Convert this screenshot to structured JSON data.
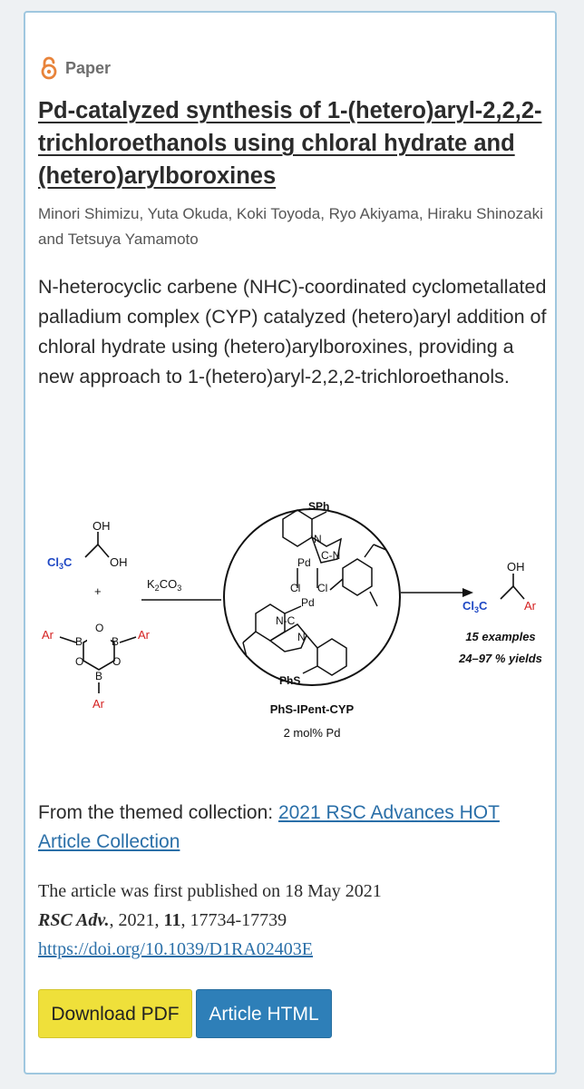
{
  "card": {
    "badge_label": "Paper",
    "title": "Pd-catalyzed synthesis of 1-(hetero)aryl-2,2,2-trichloroethanols using chloral hydrate and (hetero)arylboroxines",
    "authors": "Minori Shimizu, Yuta Okuda, Koki Toyoda, Ryo Akiyama, Hiraku Shinozaki and Tetsuya Yamamoto",
    "abstract": "N-heterocyclic carbene (NHC)-coordinated cyclometallated palladium complex (CYP) catalyzed (hetero)aryl addition of chloral hydrate using (hetero)arylboroxines, providing a new approach to 1-(hetero)aryl-2,2,2-trichloroethanols.",
    "collection_prefix": "From the themed collection: ",
    "collection_link": "2021 RSC Advances HOT Article Collection",
    "published_text": "The article was first published on 18 May 2021",
    "journal": "RSC Adv.",
    "year_sep": ", 2021, ",
    "volume": "11",
    "pages": ", 17734-17739",
    "doi": "https://doi.org/10.1039/D1RA02403E",
    "download_pdf_label": "Download PDF",
    "article_html_label": "Article HTML"
  },
  "graphic": {
    "oh": "OH",
    "cl3c": "Cl",
    "sub3": "3",
    "c": "C",
    "plus": "+",
    "ar": "Ar",
    "b": "B",
    "o": "O",
    "k2co3_k": "K",
    "k2co3_2": "2",
    "k2co3_co": "CO",
    "k2co3_3": "3",
    "sph": "SPh",
    "phs": "PhS",
    "pd": "Pd",
    "cl": "Cl",
    "n": "N",
    "nc": "N-C",
    "cn": "C-N",
    "catalyst_name": "PhS-IPent-CYP",
    "catalyst_loading": "2 mol% Pd",
    "examples": "15 examples",
    "yields": "24–97 % yields"
  },
  "colors": {
    "accent_link": "#2a6fa8",
    "pdf_button": "#efe03a",
    "html_button": "#2e7fb8",
    "chem_blue": "#1f48c4",
    "chem_red": "#d42020"
  },
  "icons": {
    "badge_icon": "open-access-lock-icon"
  }
}
